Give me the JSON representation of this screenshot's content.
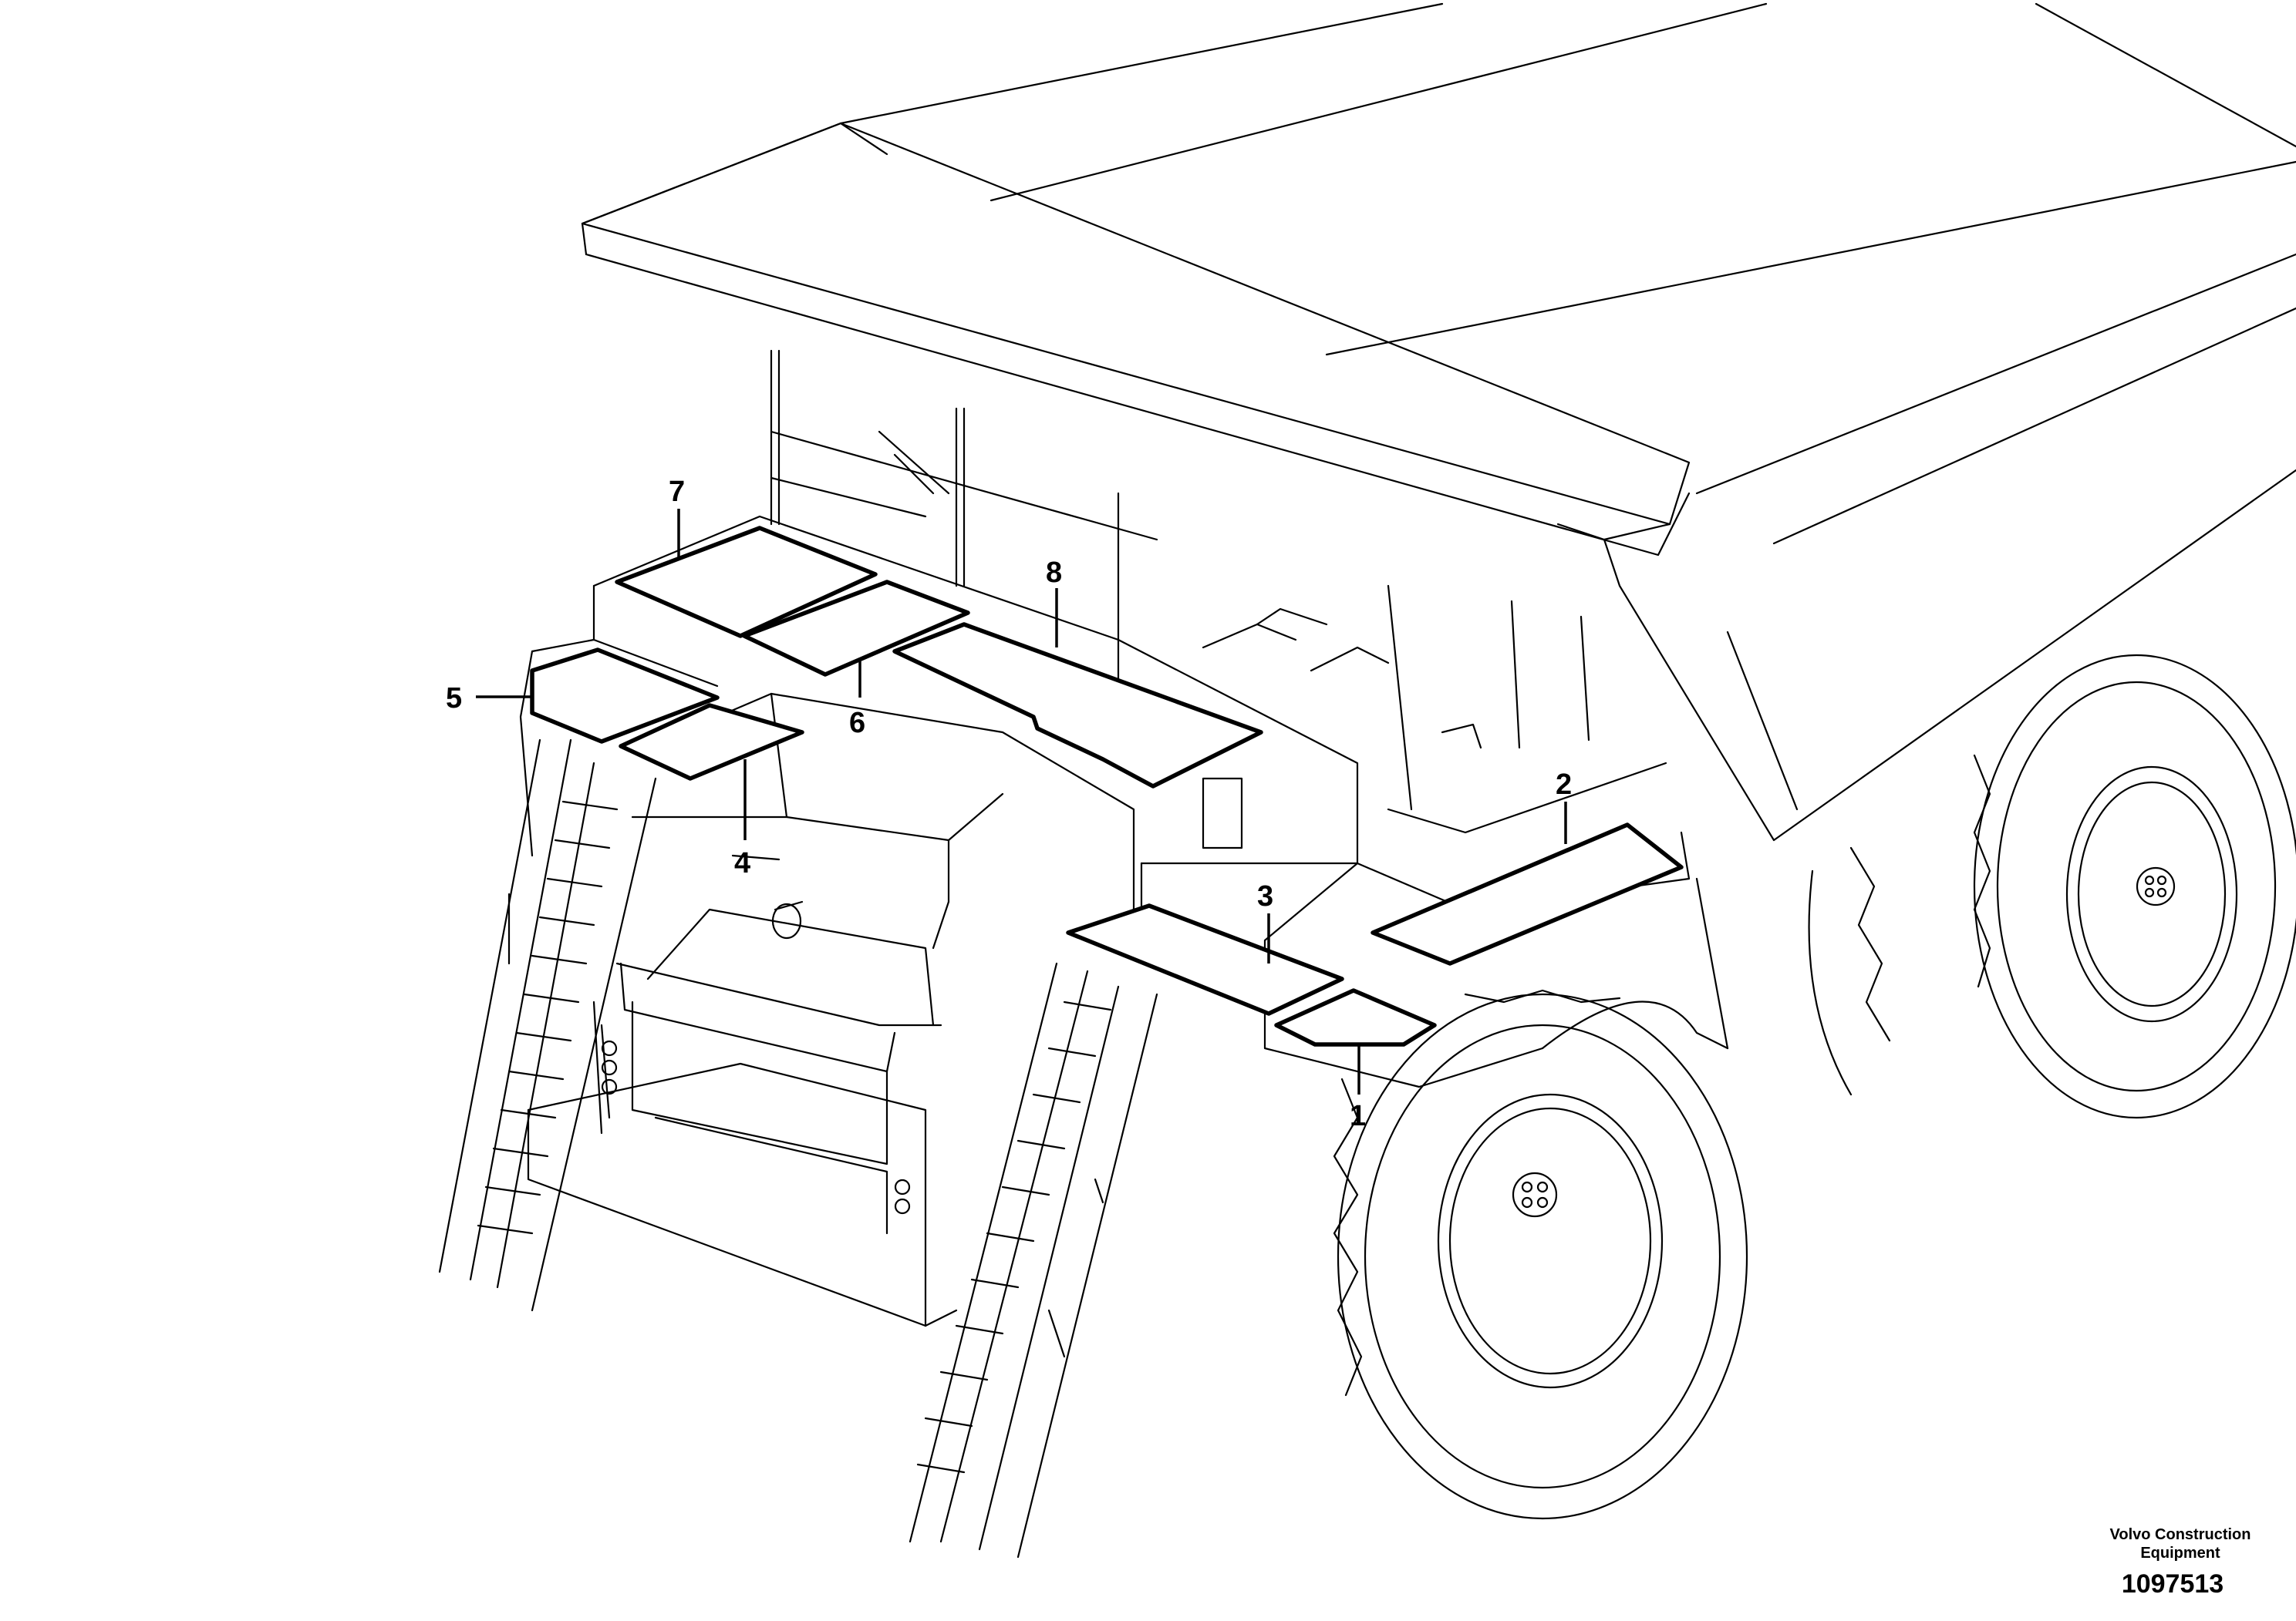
{
  "callouts": [
    "1",
    "2",
    "3",
    "4",
    "5",
    "6",
    "7",
    "8"
  ],
  "credit": {
    "line1": "Volvo Construction",
    "line2": "Equipment"
  },
  "drawing_number": "1097513"
}
